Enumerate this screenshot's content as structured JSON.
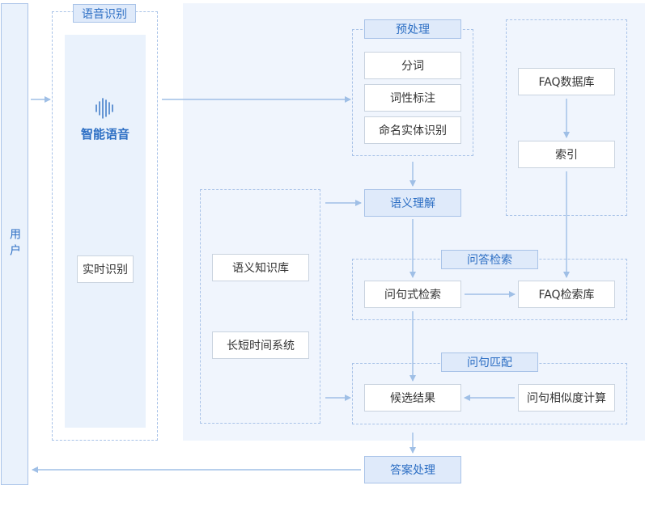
{
  "user": {
    "label": "用户"
  },
  "speech_recognition": {
    "title": "语音识别",
    "smart_voice": "智能语音",
    "realtime": "实时识别"
  },
  "preprocess": {
    "title": "预处理",
    "items": [
      "分词",
      "词性标注",
      "命名实体识别"
    ]
  },
  "faq": {
    "db": "FAQ数据库",
    "index": "索引"
  },
  "semantic": {
    "title": "语义理解"
  },
  "knowledge": {
    "kb": "语义知识库",
    "memory": "长短时间系统"
  },
  "qa_search": {
    "title": "问答检索",
    "query": "问句式检索",
    "faq_lib": "FAQ检索库"
  },
  "matching": {
    "title": "问句匹配",
    "candidates": "候选结果",
    "similarity": "问句相似度计算"
  },
  "answer": {
    "title": "答案处理"
  },
  "colors": {
    "line": "#9fbfe6",
    "accent": "#2d6fc4",
    "panel": "#f0f5fd"
  }
}
